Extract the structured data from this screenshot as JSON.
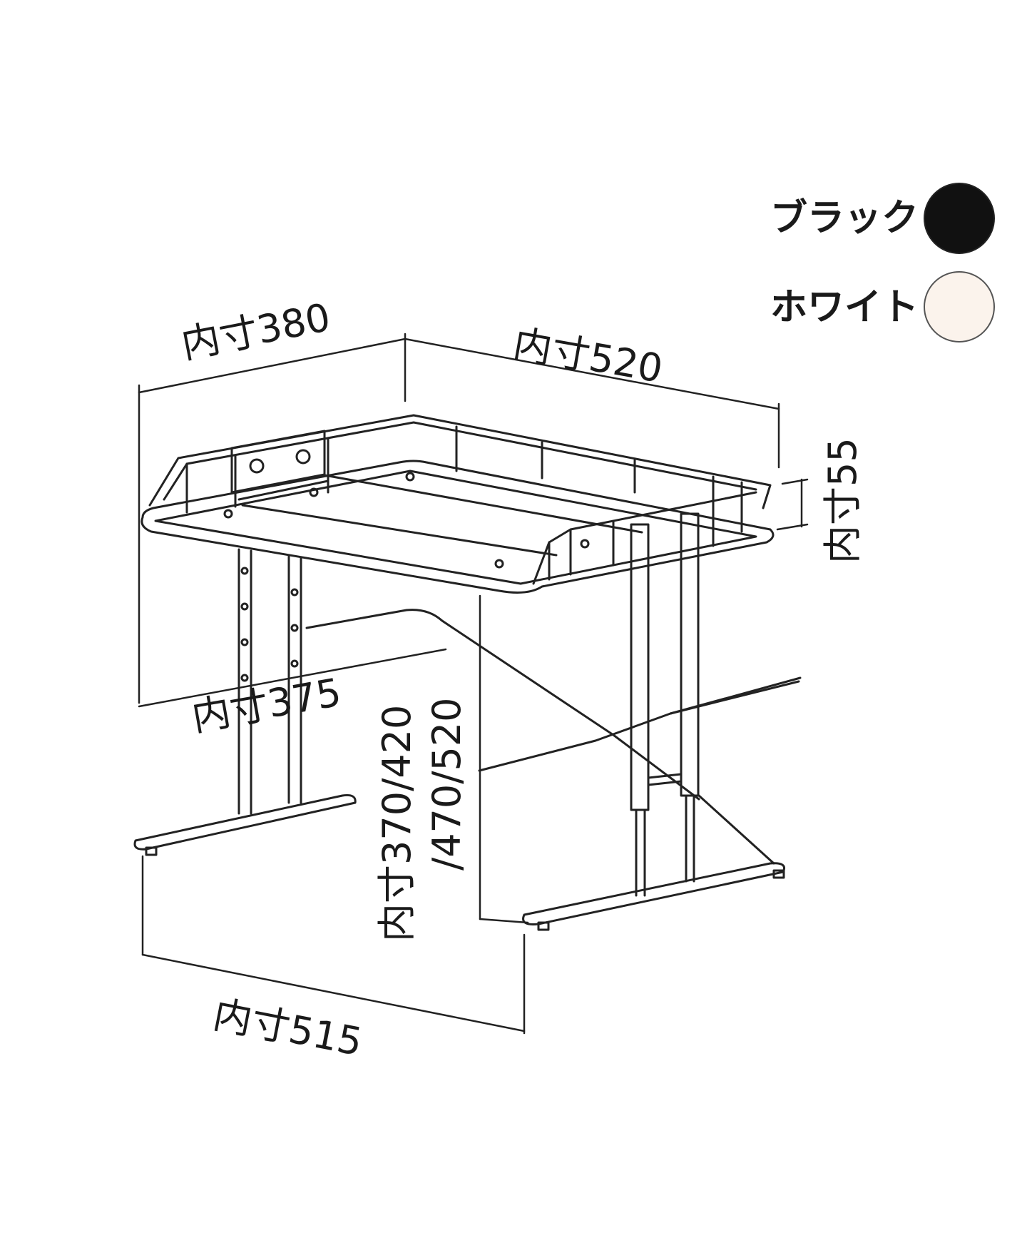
{
  "legend": {
    "colors": [
      {
        "label": "ブラック",
        "color": "#111111"
      },
      {
        "label": "ホワイト",
        "color": "#fbf3ec"
      }
    ]
  },
  "dimensions": {
    "top_depth": "内寸380",
    "top_width": "内寸520",
    "rail_height": "内寸55",
    "leg_depth": "内寸375",
    "height_line1": "内寸370/420",
    "height_line2": "/470/520",
    "base_width": "内寸515"
  }
}
